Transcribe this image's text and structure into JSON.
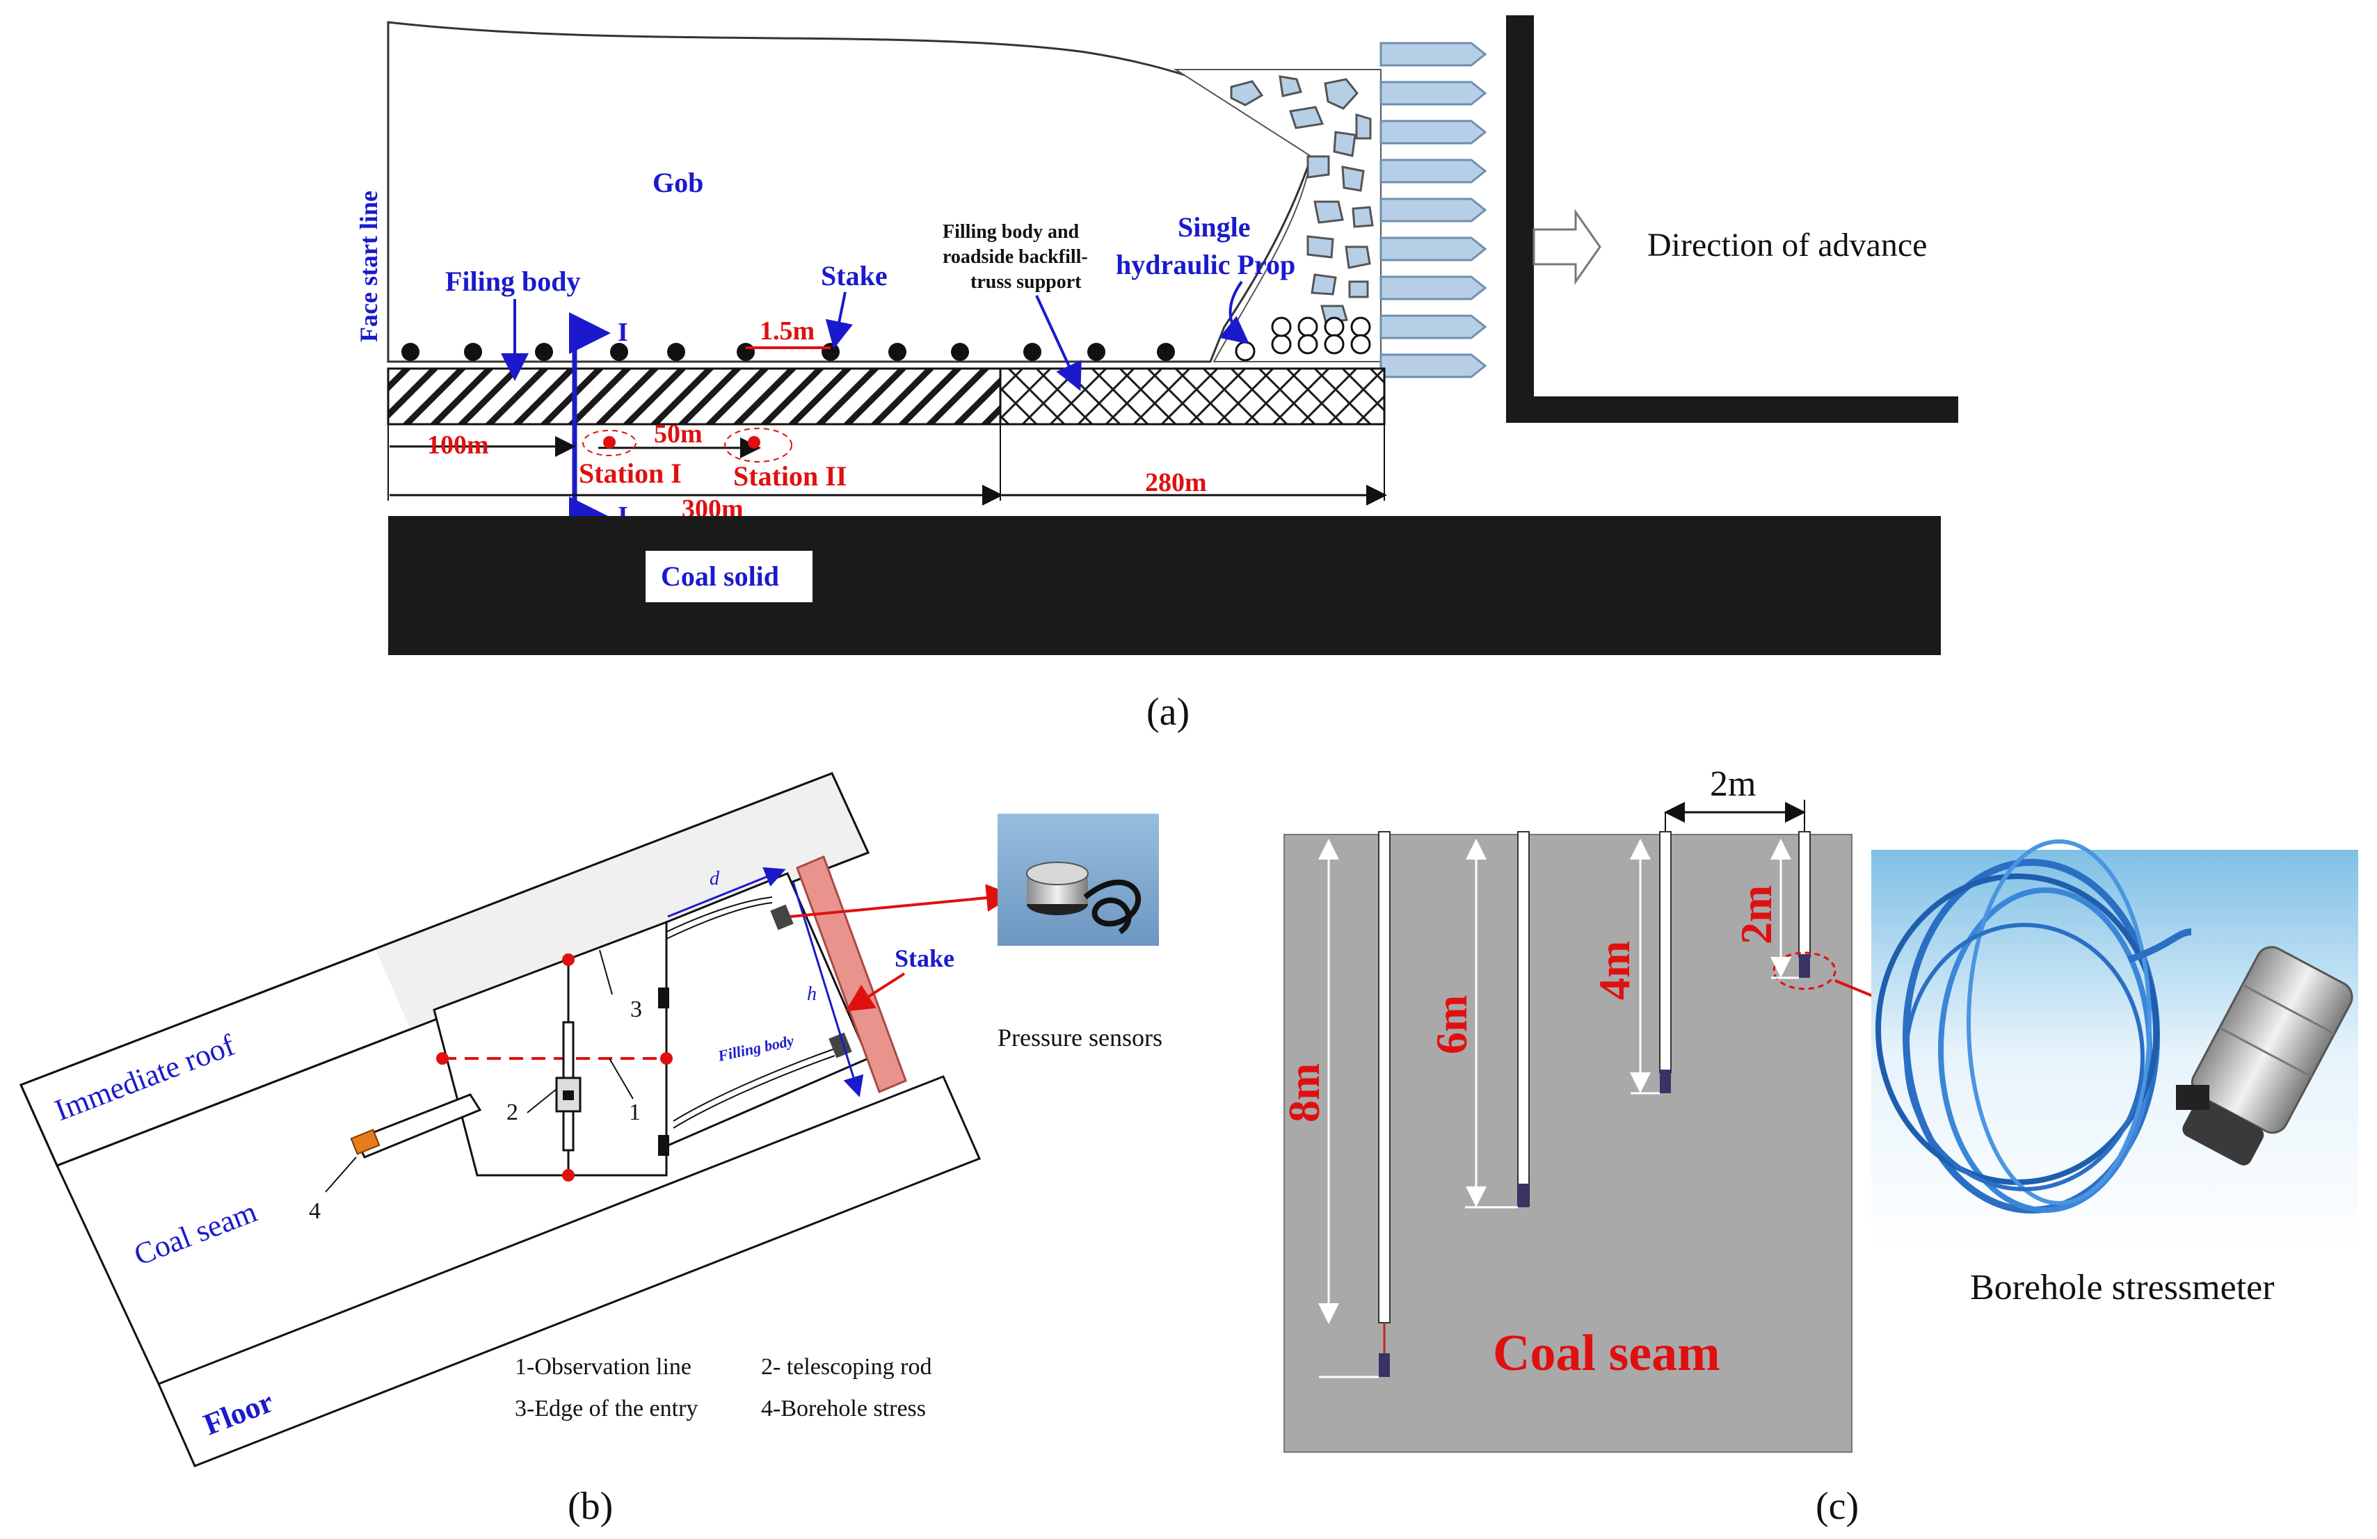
{
  "panel_a": {
    "caption": "(a)",
    "gob": "Gob",
    "face_start_line": "Face start line",
    "filing_body": "Filing body",
    "stake": "Stake",
    "stake_spacing": "1.5m",
    "filling_body_support": [
      "Filling body and",
      "roadside backfill-",
      "truss support"
    ],
    "single_prop": [
      "Single",
      "hydraulic Prop"
    ],
    "direction": "Direction of advance",
    "section_mark": "I",
    "dim_100": "100m",
    "dim_50": "50m",
    "station_1": "Station I",
    "station_2": "Station II",
    "dim_300": "300m",
    "dim_280": "280m",
    "coal_solid": "Coal solid"
  },
  "panel_b": {
    "caption": "(b)",
    "immediate_roof": "Immediate roof",
    "coal_seam": "Coal seam",
    "floor": "Floor",
    "filling_body": "Filling body",
    "stake": "Stake",
    "pressure_sensors": "Pressure sensors",
    "dim_d": "d",
    "dim_h": "h",
    "callout_1": "1",
    "callout_2": "2",
    "callout_3": "3",
    "callout_4": "4",
    "legend_1": "1-Observation line",
    "legend_2": "2- telescoping rod",
    "legend_3": "3-Edge of the entry",
    "legend_4": "4-Borehole stress"
  },
  "panel_c": {
    "caption": "(c)",
    "spacing": "2m",
    "depth_8": "8m",
    "depth_6": "6m",
    "depth_4": "4m",
    "depth_2": "2m",
    "coal_seam": "Coal seam",
    "borehole_stressmeter": "Borehole stressmeter"
  },
  "colors": {
    "blue_text": "#1a1acc",
    "red_text": "#e01010",
    "coal": "#1a1a1a",
    "grey_block": "#a9a9a9",
    "stake_pink": "#e8948c",
    "support_blue": "#b7cfe6"
  }
}
